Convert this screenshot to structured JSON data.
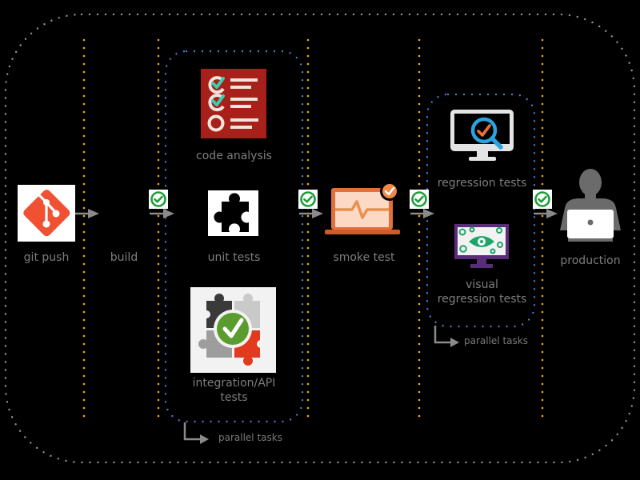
{
  "diagram": {
    "title": "CI/CD pipeline",
    "colors": {
      "background": "#000000",
      "outer_border": "#9a9a9a",
      "stage_divider": "#f5a623",
      "parallel_group_border": "#4a7fd6",
      "arrow": "#8a8a8a",
      "label_text": "#7d7d7d",
      "check_green": "#1e9e3a"
    },
    "stages": [
      {
        "id": "git-push",
        "label": "git push",
        "icon": "git-logo-icon"
      },
      {
        "id": "build",
        "label": "build",
        "icon": null
      },
      {
        "id": "tests",
        "parallel": true,
        "tasks": [
          {
            "id": "code-analysis",
            "label": "code analysis",
            "icon": "checklist-icon"
          },
          {
            "id": "unit-tests",
            "label": "unit tests",
            "icon": "puzzle-piece-icon"
          },
          {
            "id": "integration-tests",
            "label_line1": "integration/API",
            "label_line2": "tests",
            "icon": "puzzle-check-icon"
          }
        ],
        "note": "parallel tasks"
      },
      {
        "id": "smoke-test",
        "label": "smoke test",
        "icon": "laptop-heartbeat-icon"
      },
      {
        "id": "regression",
        "parallel": true,
        "tasks": [
          {
            "id": "regression-tests",
            "label": "regression tests",
            "icon": "monitor-search-icon"
          },
          {
            "id": "visual-regression-tests",
            "label_line1": "visual",
            "label_line2": "regression tests",
            "icon": "monitor-eye-icon"
          }
        ],
        "note": "parallel tasks"
      },
      {
        "id": "production",
        "label": "production",
        "icon": "user-laptop-icon"
      }
    ],
    "gates": [
      {
        "after": "build",
        "icon": "check-circle-icon",
        "status": "passed"
      },
      {
        "after": "tests",
        "icon": "check-circle-icon",
        "status": "passed"
      },
      {
        "after": "smoke-test",
        "icon": "check-circle-icon",
        "status": "passed"
      },
      {
        "after": "regression",
        "icon": "check-circle-icon",
        "status": "passed"
      }
    ]
  }
}
